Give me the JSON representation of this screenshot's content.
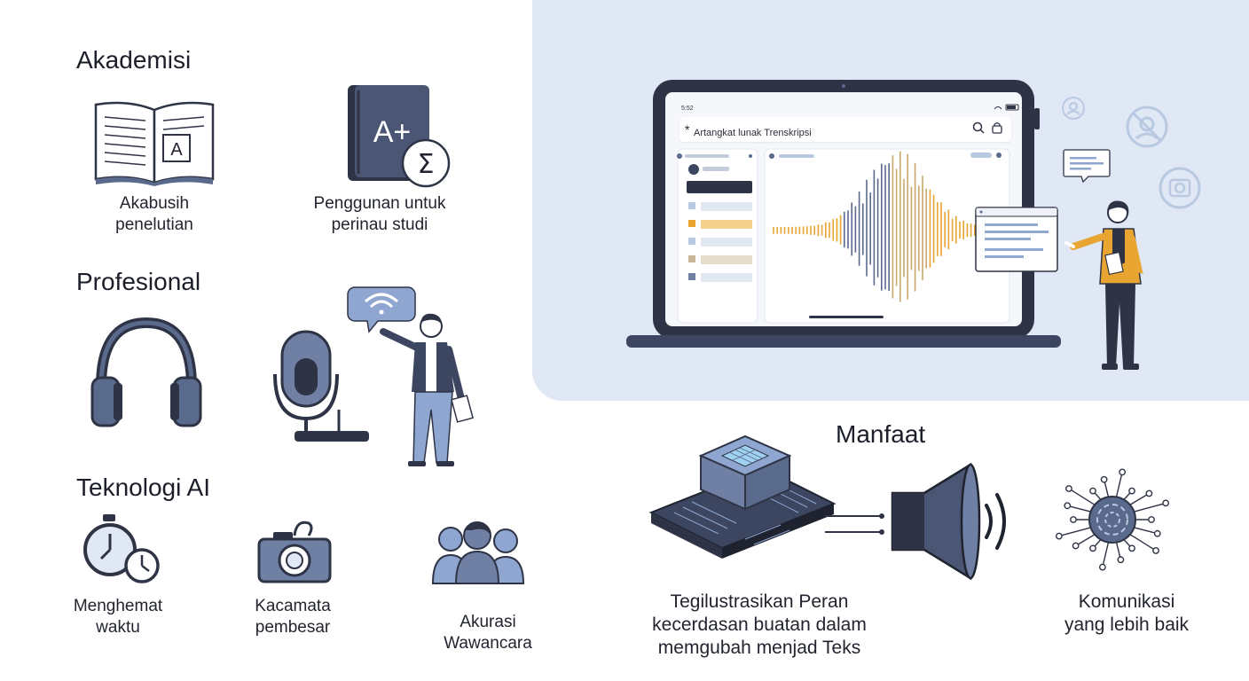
{
  "sections": {
    "akademisi": {
      "title": "Akademisi",
      "items": [
        {
          "icon": "open-book-icon",
          "lines": [
            "Akabusih",
            "penelutian"
          ]
        },
        {
          "icon": "grade-book-icon",
          "badge": "A+",
          "symbol": "Σ",
          "lines": [
            "Penggunan untuk",
            "perinau studi"
          ]
        }
      ]
    },
    "profesional": {
      "title": "Profesional",
      "items": [
        {
          "icon": "headphones-icon"
        },
        {
          "icon": "microphone-presenter-icon"
        }
      ]
    },
    "teknologi": {
      "title": "Teknologi AI",
      "items": [
        {
          "icon": "stopwatch-icon",
          "lines": [
            "Menghemat",
            "waktu"
          ]
        },
        {
          "icon": "camera-icon",
          "lines": [
            "Kacamata",
            "pembesar"
          ]
        },
        {
          "icon": "group-people-icon",
          "lines": [
            "Akurasi",
            "Wawancara"
          ]
        }
      ]
    }
  },
  "device": {
    "status_time": "5:52",
    "app_title": "Artangkat lunak Trenskripsi",
    "glyph_a": "A"
  },
  "manfaat": {
    "title": "Manfaat",
    "caption_left": [
      "Tegilustrasikan Peran",
      "kecerdasan buatan dalam",
      "memgubah menjad Teks"
    ],
    "caption_right": [
      "Komunikasi",
      "yang lebih baik"
    ]
  },
  "colors": {
    "slate": "#5a6a8c",
    "dark": "#2e3445",
    "accent": "#e9a531",
    "panel": "#dfe8f4",
    "light_blue": "#b9c9e2"
  }
}
